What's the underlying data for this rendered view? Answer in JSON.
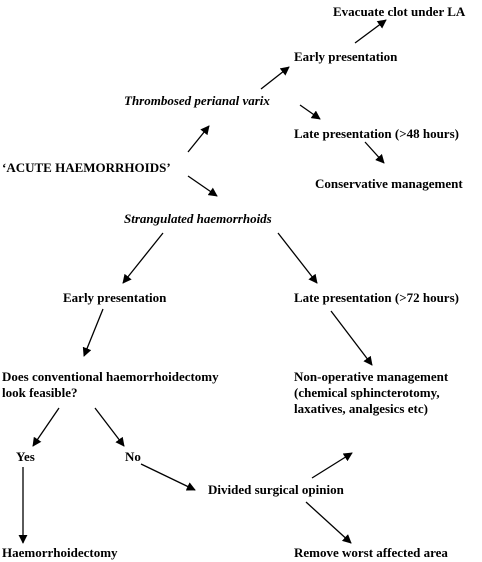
{
  "nodes": {
    "acute": "‘ACUTE HAEMORRHOIDS’",
    "thrombosed": "Thrombosed perianal varix",
    "early_presentation_1": "Early presentation",
    "evacuate": "Evacuate clot under LA",
    "late_presentation_48": "Late presentation (>48 hours)",
    "conservative": "Conservative management",
    "strangulated": "Strangulated haemorrhoids",
    "early_presentation_2": "Early presentation",
    "late_presentation_72": "Late presentation (>72 hours)",
    "does_conventional": [
      "Does conventional haemorrhoidectomy",
      "look feasible?"
    ],
    "non_operative": [
      "Non-operative management",
      "(chemical sphincterotomy,",
      "laxatives, analgesics etc)"
    ],
    "yes": "Yes",
    "no": "No",
    "divided": "Divided surgical opinion",
    "haemorrhoidectomy": "Haemorrhoidectomy",
    "remove": "Remove worst affected area"
  }
}
